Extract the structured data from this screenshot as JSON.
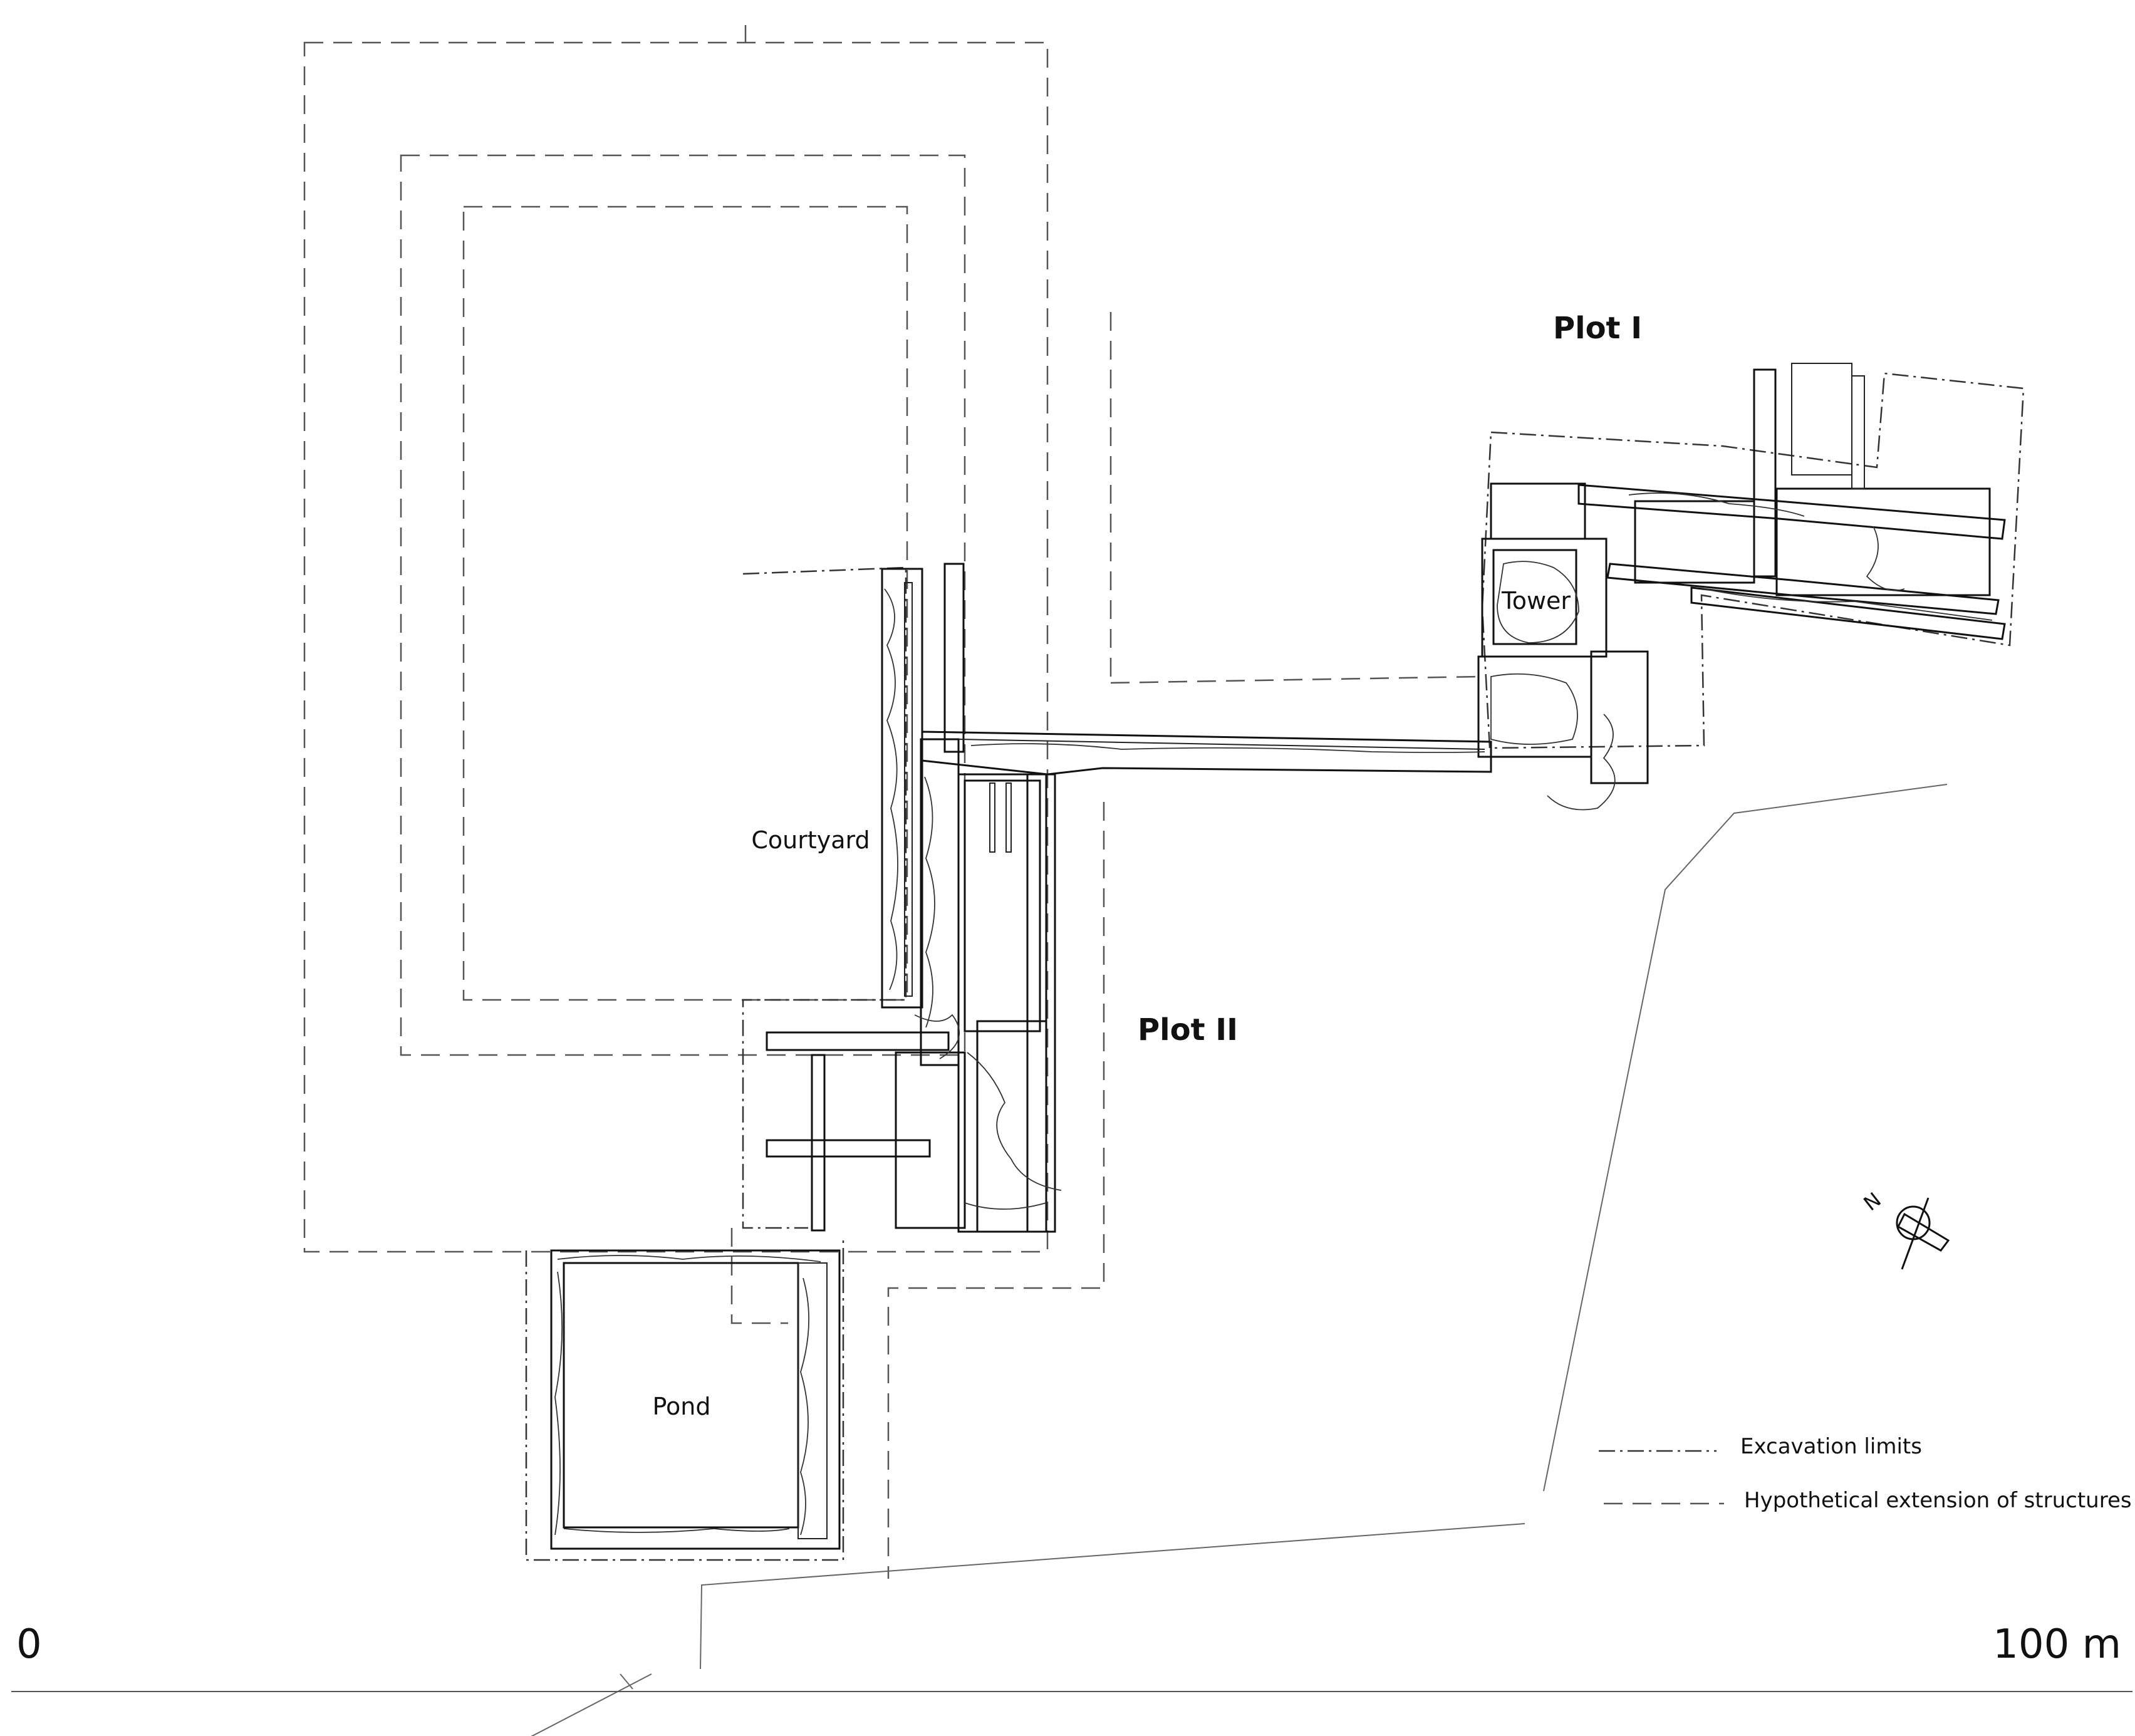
{
  "labels": {
    "courtyard": "Courtyard",
    "tower": "Tower",
    "pond": "Pond",
    "plot_1": "Plot I",
    "plot_2": "Plot II"
  },
  "scale": {
    "start": "0",
    "end": "100 m"
  },
  "legend": {
    "excavation": "Excavation limits",
    "hypothetical": "Hypothetical extension of structures"
  },
  "north": {
    "letter": "N"
  },
  "colors": {
    "ink": "#111111",
    "background": "#ffffff"
  }
}
